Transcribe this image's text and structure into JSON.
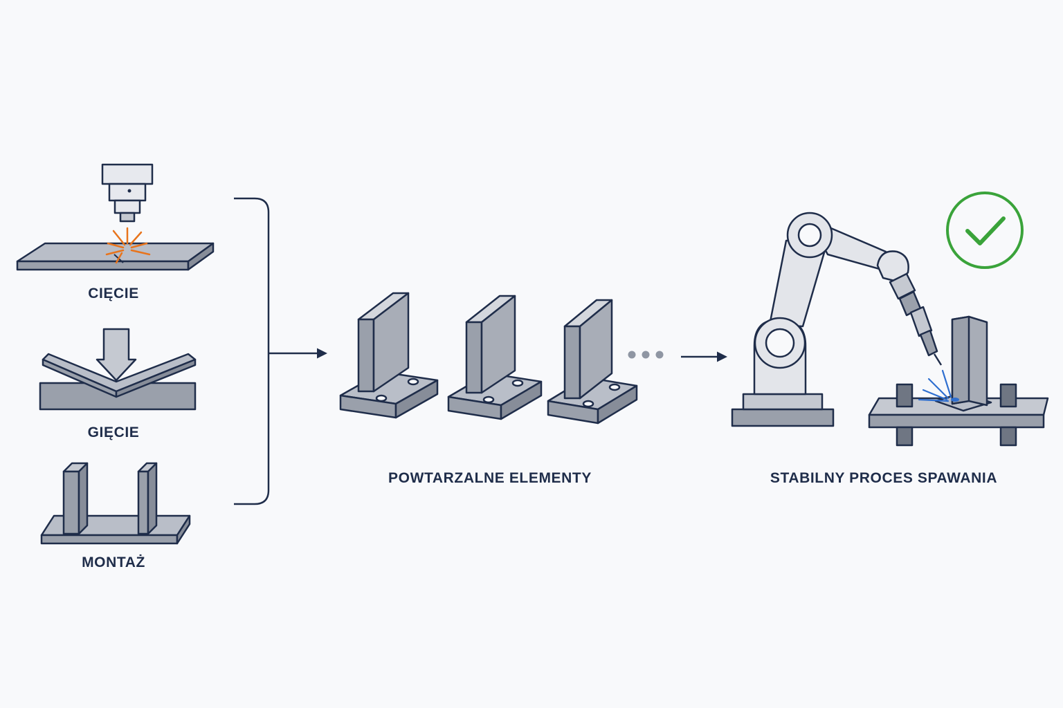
{
  "steps": {
    "cutting": "CIĘCIE",
    "bending": "GIĘCIE",
    "assembly": "MONTAŻ"
  },
  "middle_label": "POWTARZALNE ELEMENTY",
  "right_label": "STABILNY PROCES SPAWANIA",
  "colors": {
    "background": "#f8f9fb",
    "outline": "#1f2d4a",
    "metal": "#9aa0ab",
    "metal_light": "#c5c9d1",
    "spark_orange": "#e8741c",
    "spark_blue": "#2f6fd0",
    "check_green": "#3aa33a",
    "dots": "#8f96a3"
  },
  "icons": [
    "laser-cutter-icon",
    "press-brake-icon",
    "assembly-icon",
    "bracket-part-icon",
    "welding-robot-icon",
    "check-icon"
  ]
}
